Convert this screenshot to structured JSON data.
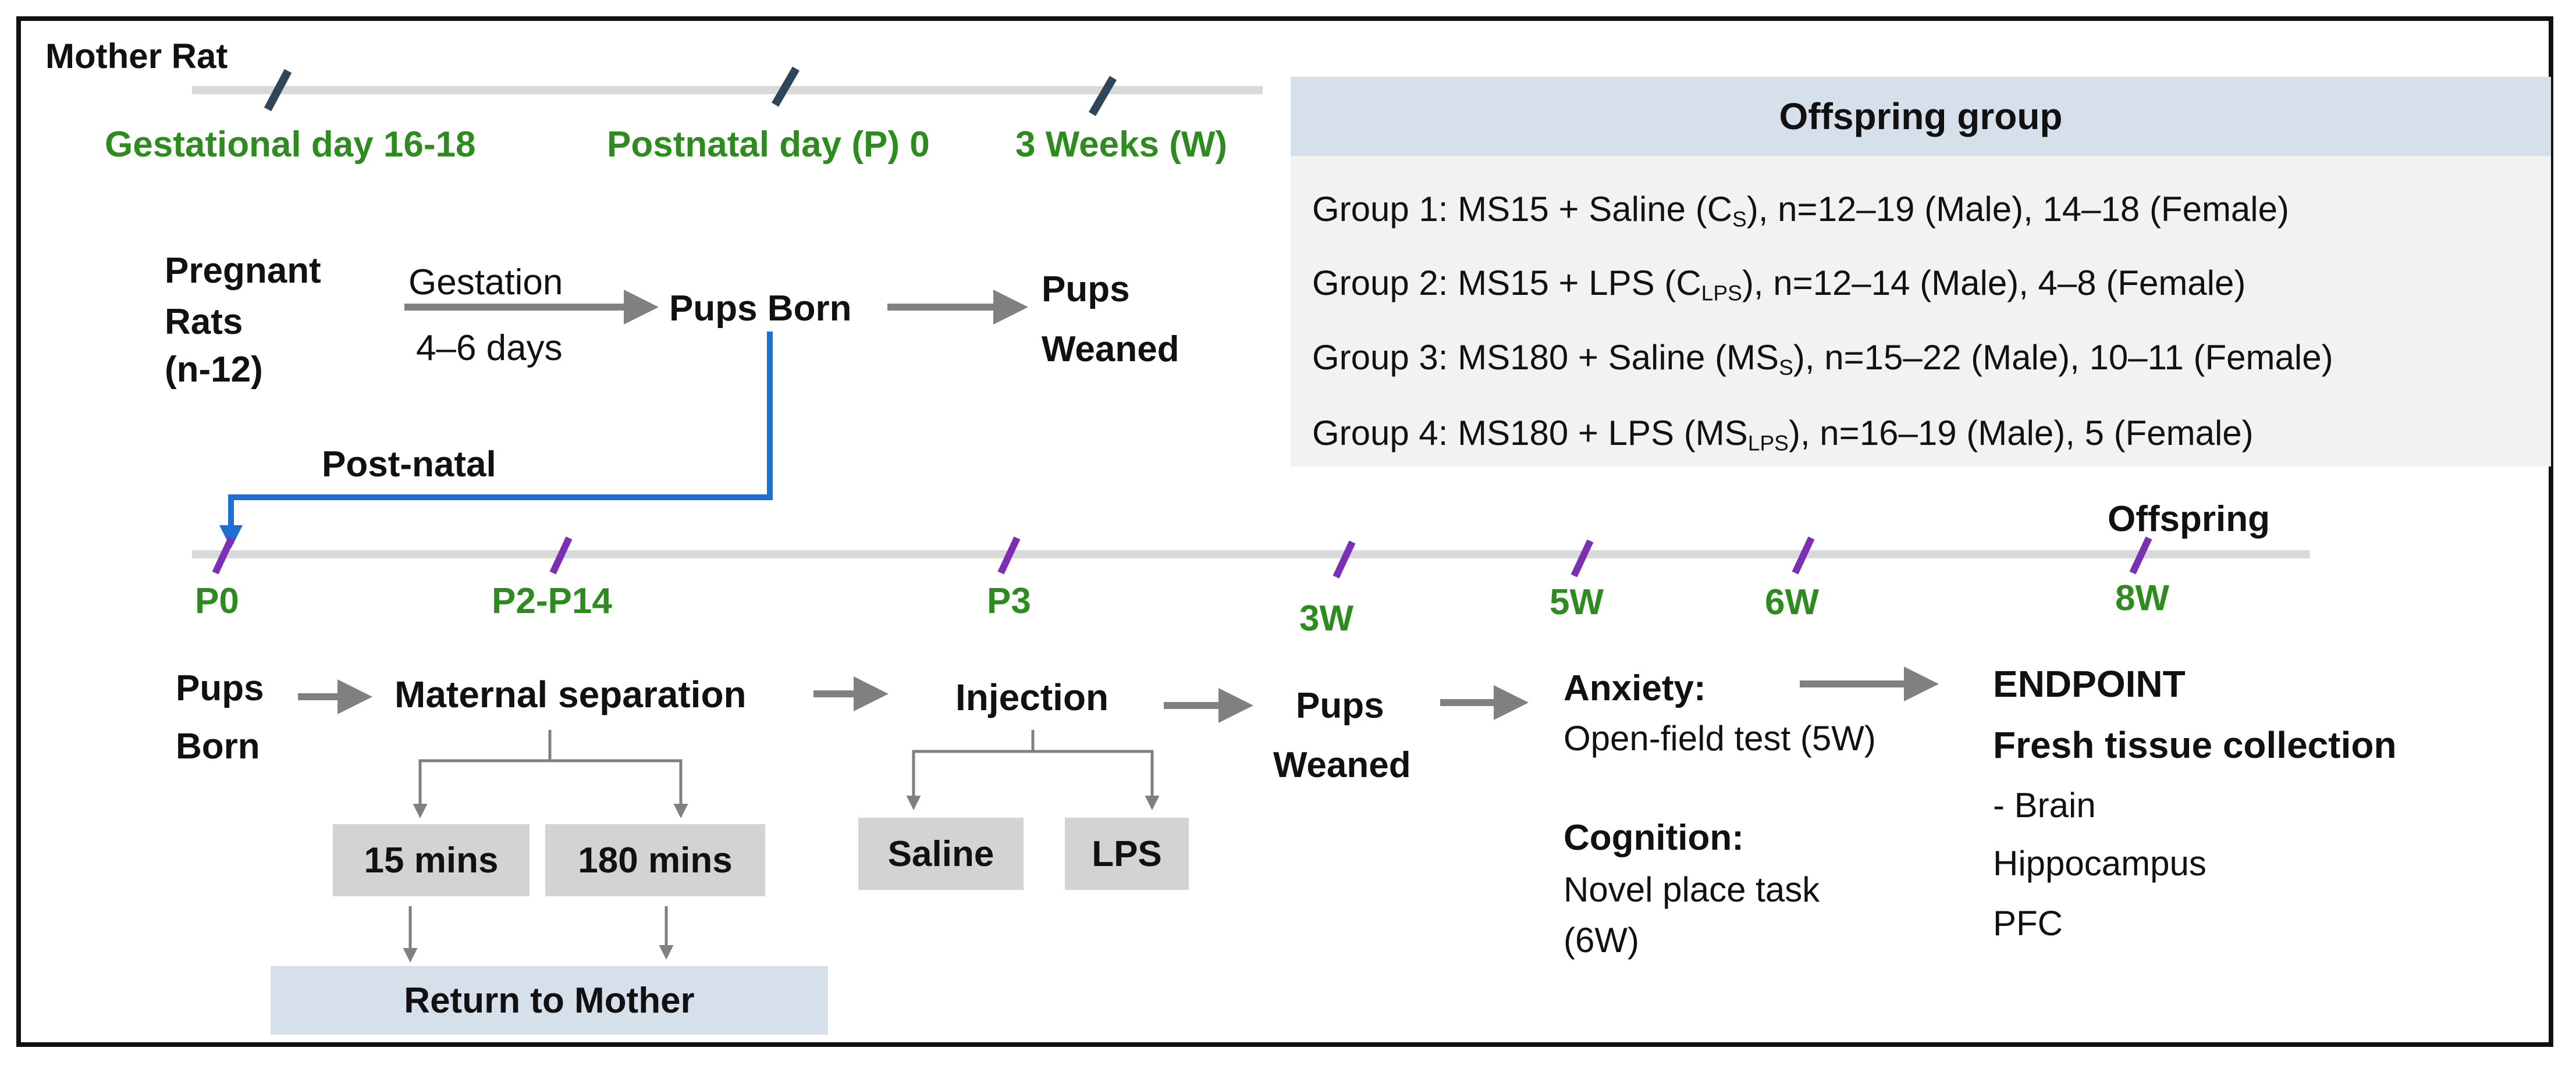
{
  "top_timeline": {
    "title": "Mother Rat",
    "labels": [
      "Gestational day 16-18",
      "Postnatal day (P) 0",
      "3 Weeks (W)"
    ]
  },
  "mother_flow": {
    "pregnant": [
      "Pregnant",
      "Rats",
      "(n-12)"
    ],
    "gestation_label": "Gestation",
    "gestation_days": "4–6 days",
    "pups_born": "Pups Born",
    "pups_weaned": [
      "Pups",
      "Weaned"
    ],
    "post_natal": "Post-natal"
  },
  "offspring_group": {
    "title": "Offspring group",
    "groups": [
      {
        "pre": "Group 1: MS15 + Saline (C",
        "sub": "S",
        "post": "), n=12–19 (Male), 14–18 (Female)"
      },
      {
        "pre": "Group 2: MS15 + LPS (C",
        "sub": "LPS",
        "post": "), n=12–14 (Male), 4–8 (Female)"
      },
      {
        "pre": "Group 3: MS180 + Saline (MS",
        "sub": "S",
        "post": "), n=15–22 (Male), 10–11 (Female)"
      },
      {
        "pre": "Group 4: MS180 + LPS (MS",
        "sub": "LPS",
        "post": "), n=16–19 (Male), 5 (Female)"
      }
    ]
  },
  "offspring_timeline": {
    "title": "Offspring",
    "labels": [
      "P0",
      "P2-P14",
      "P3",
      "3W",
      "5W",
      "6W",
      "8W"
    ]
  },
  "bottom_flow": {
    "pups_born": [
      "Pups",
      "Born"
    ],
    "maternal_separation": "Maternal separation",
    "ms_15": "15 mins",
    "ms_180": "180 mins",
    "return_to_mother": "Return to Mother",
    "injection": "Injection",
    "saline": "Saline",
    "lps": "LPS",
    "pups_weaned": [
      "Pups",
      "Weaned"
    ],
    "anxiety_title": "Anxiety:",
    "anxiety_test": "Open-field test (5W)",
    "cognition_title": "Cognition:",
    "cognition_test": [
      "Novel place task",
      "(6W)"
    ],
    "endpoint_title": "ENDPOINT",
    "endpoint_sub": "Fresh tissue collection",
    "endpoint_items": [
      "-  Brain",
      "Hippocampus",
      "PFC"
    ]
  },
  "colors": {
    "green_label": "#2e8b1f",
    "tick_top": "#2f4659",
    "tick_offspring": "#7b2fb5",
    "arrow_gray": "#808080",
    "post_natal_line": "#1f6fd1",
    "header_blue": "#d6e0ea",
    "box_gray": "#d3d3d3"
  }
}
